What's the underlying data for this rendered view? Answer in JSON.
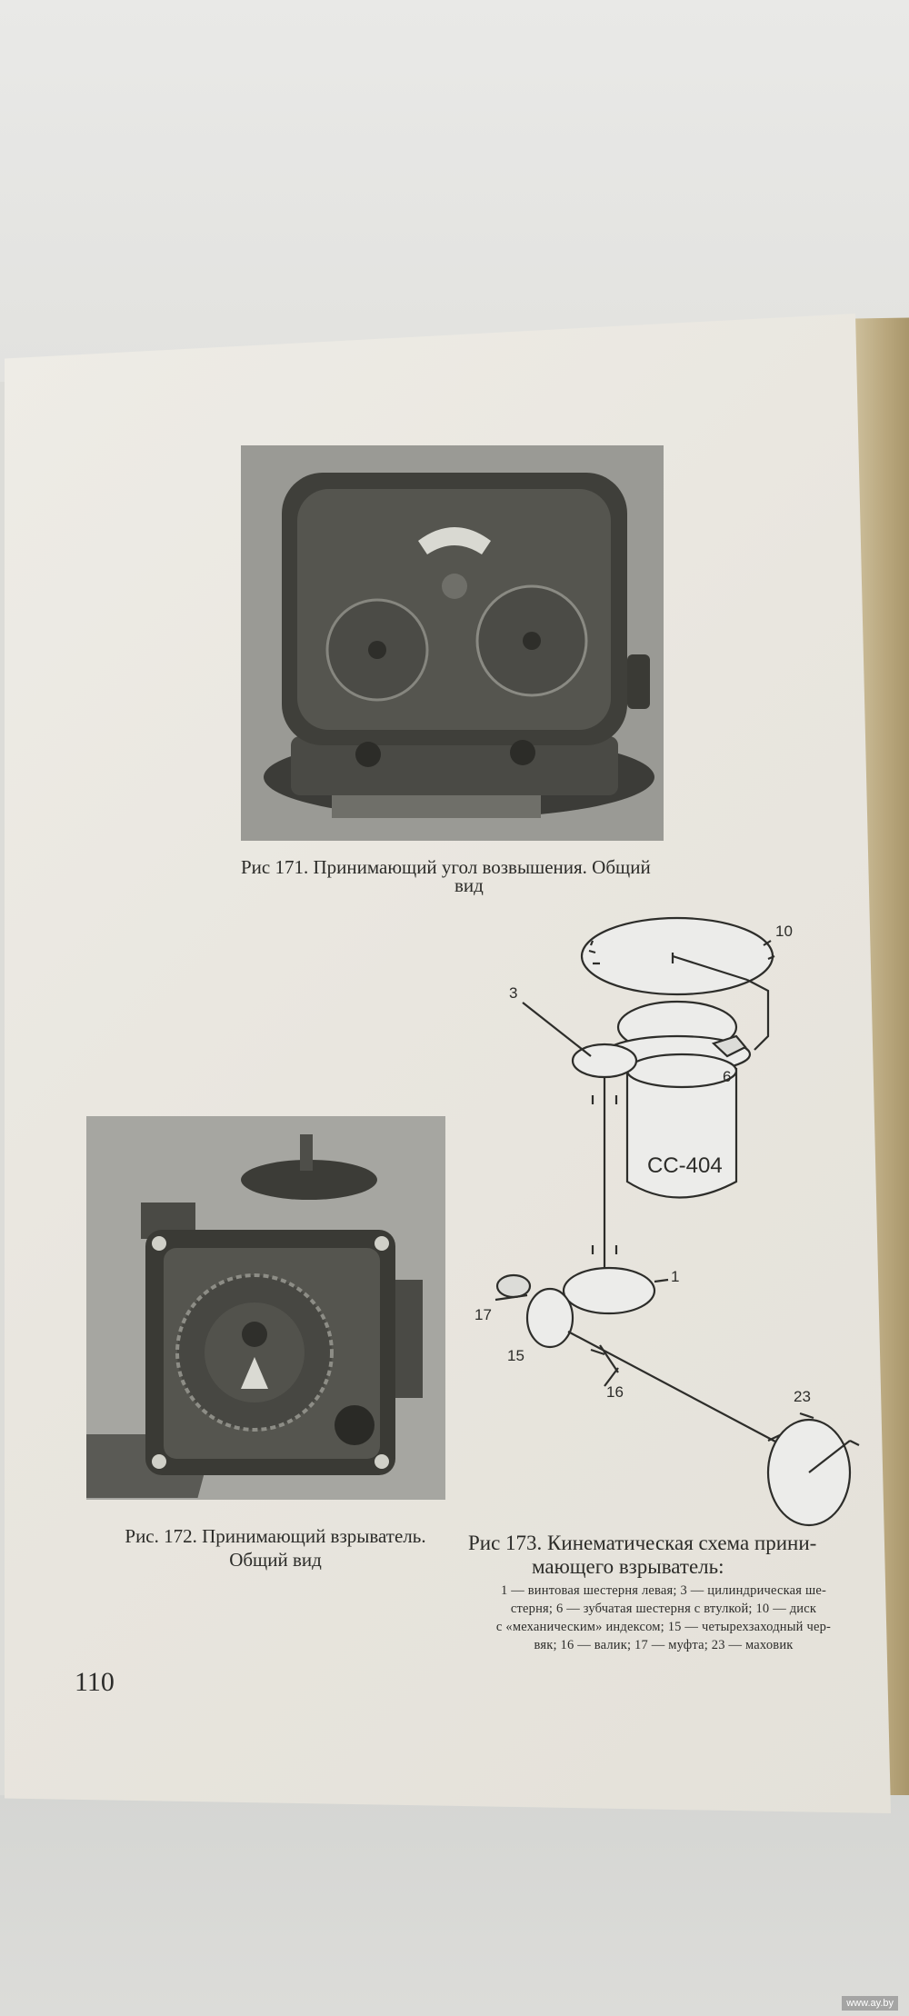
{
  "page_number": "110",
  "figure_171": {
    "caption_line1": "Рис  171. Принимающий угол возвышения.  Общий",
    "caption_line2": "вид"
  },
  "figure_172": {
    "caption_line1": "Рис. 172. Принимающий взрыватель.",
    "caption_line2": "Общий вид"
  },
  "figure_173": {
    "caption_line1": "Рис  173.  Кинематическая  схема  прини-",
    "caption_line2": "мающего взрыватель:",
    "device_label": "СС-404",
    "labels": [
      "10",
      "3",
      "6",
      "1",
      "17",
      "15",
      "16",
      "23"
    ],
    "legend_lines": [
      "1 — винтовая шестерня левая; 3 — цилиндрическая ше-",
      "стерня; 6 — зубчатая шестерня с втулкой; 10 — диск",
      "с «механическим» индексом; 15 — четырехзаходный чер-",
      "вяк; 16 — валик; 17 — муфта; 23 — маховик"
    ]
  },
  "watermark": "www.ay.by"
}
